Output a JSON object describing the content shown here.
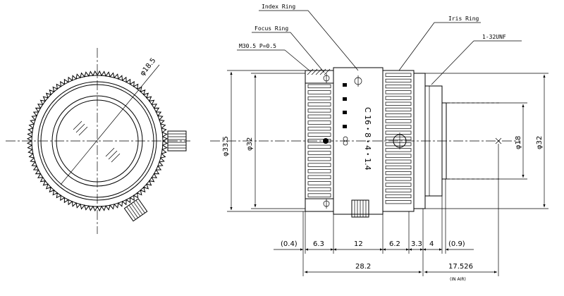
{
  "callouts": {
    "index_ring": "Index Ring",
    "iris_ring": "Iris Ring",
    "focus_ring": "Focus Ring",
    "thread_unf": "1-32UNF",
    "thread_metric": "M30.5 P=0.5"
  },
  "front_view": {
    "diameter_label": "φ18.5"
  },
  "side_view": {
    "dia_outer": "φ33.5",
    "dia_body": "φ32",
    "dia_mount": "φ32",
    "dia_rear": "φ18",
    "barrel_marking": "C 16・8・4・1.4"
  },
  "bottom_dims": {
    "d1": "(0.4)",
    "d2": "6.3",
    "d3": "12",
    "d4": "6.2",
    "d5": "3.3",
    "d6": "4",
    "d7": "(0.9)",
    "overall": "28.2",
    "back_focus": "17.526",
    "back_focus_note": "(IN AIR)"
  }
}
